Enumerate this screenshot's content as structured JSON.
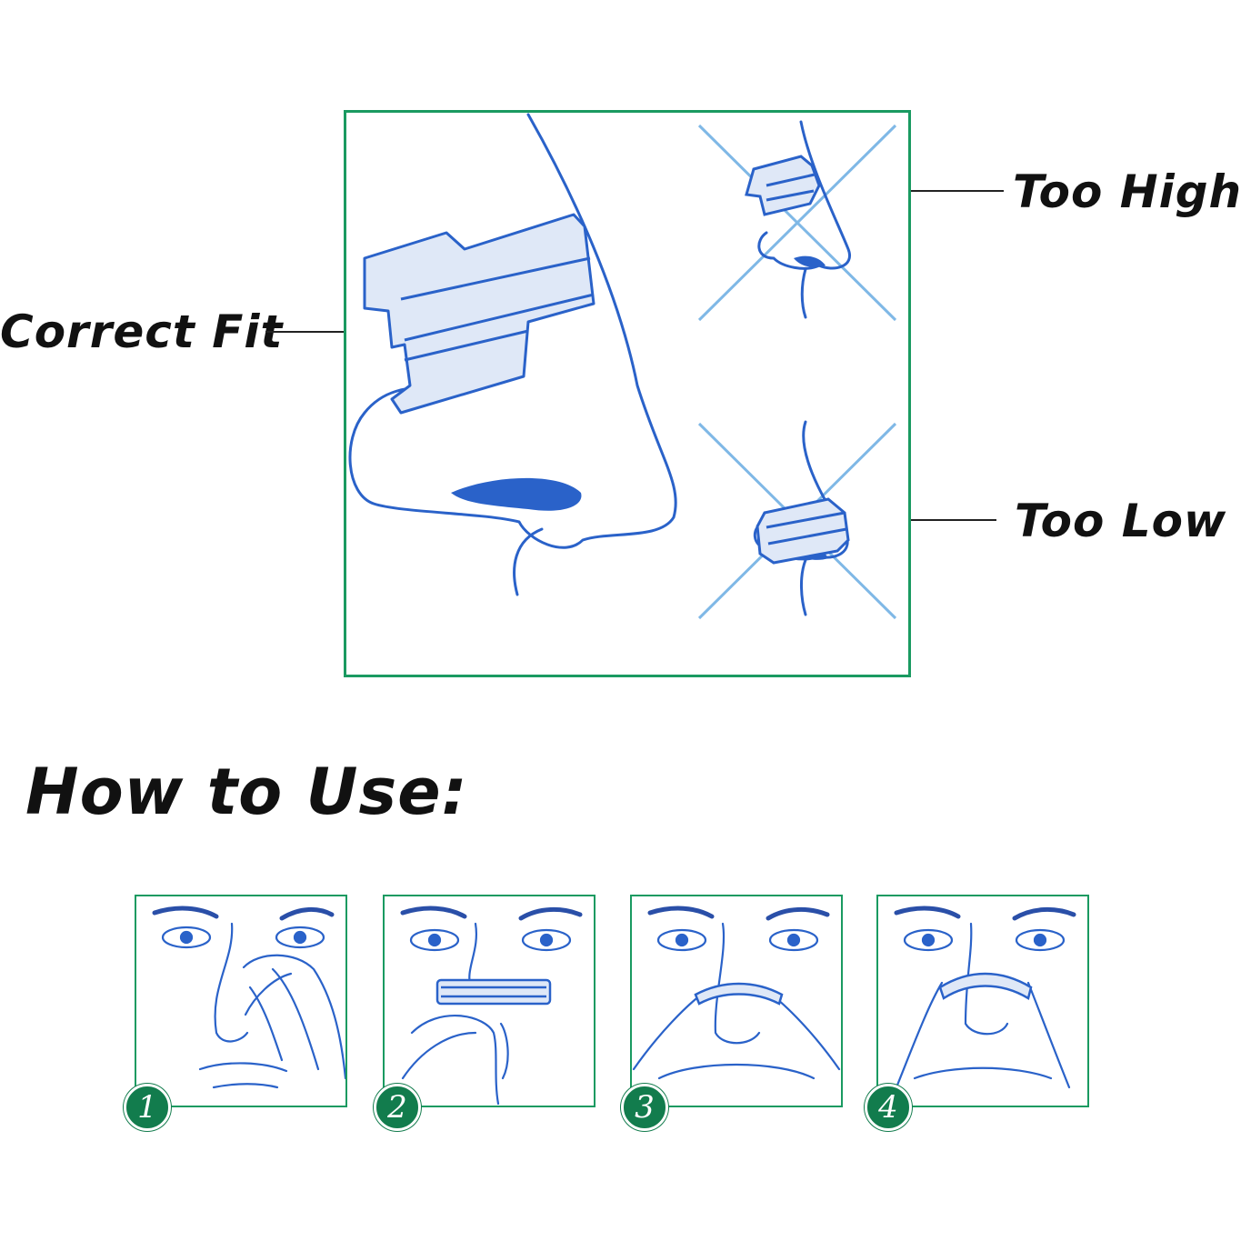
{
  "labels": {
    "correct_fit": "Correct Fit",
    "too_high": "Too High",
    "too_low": "Too Low"
  },
  "heading": "How to Use:",
  "steps": [
    {
      "number": "1"
    },
    {
      "number": "2"
    },
    {
      "number": "3"
    },
    {
      "number": "4"
    }
  ],
  "colors": {
    "frame_green": "#1a9a61",
    "badge_green": "#127c4d",
    "line_blue": "#2a62c9",
    "strip_fill": "#dfe8f7",
    "cross_blue": "#7fb8e6"
  }
}
